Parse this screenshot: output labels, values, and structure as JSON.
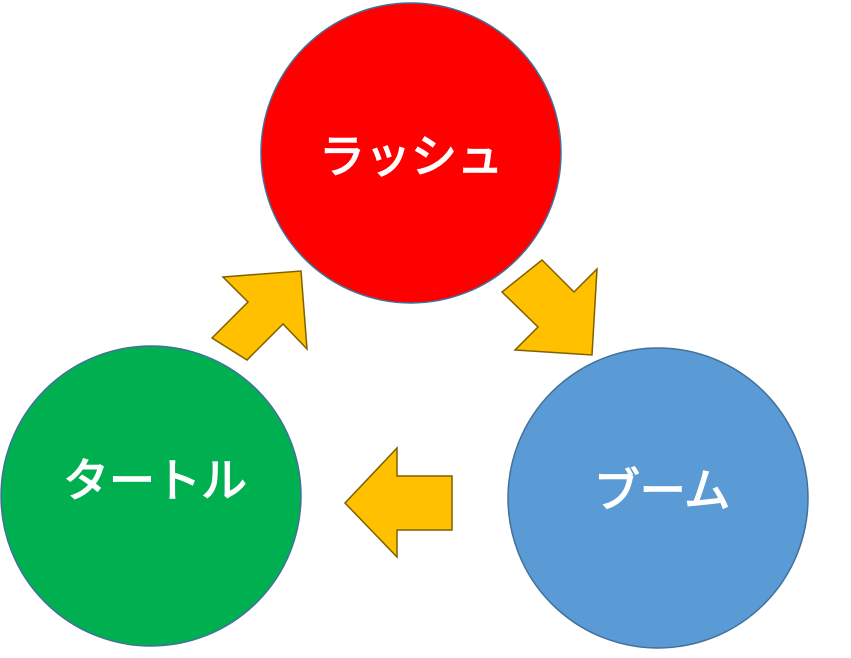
{
  "diagram": {
    "type": "cycle",
    "nodes": [
      {
        "id": "rush",
        "label": "ラッシュ",
        "color": "#ff0000"
      },
      {
        "id": "boom",
        "label": "ブーム",
        "color": "#5b9bd5"
      },
      {
        "id": "turtle",
        "label": "タートル",
        "color": "#00b050"
      }
    ],
    "edges": [
      {
        "from": "rush",
        "to": "boom"
      },
      {
        "from": "boom",
        "to": "turtle"
      },
      {
        "from": "turtle",
        "to": "rush"
      }
    ],
    "arrow_color": "#ffc000",
    "arrow_stroke": "#7f6000",
    "circle_stroke": "#41719c"
  }
}
